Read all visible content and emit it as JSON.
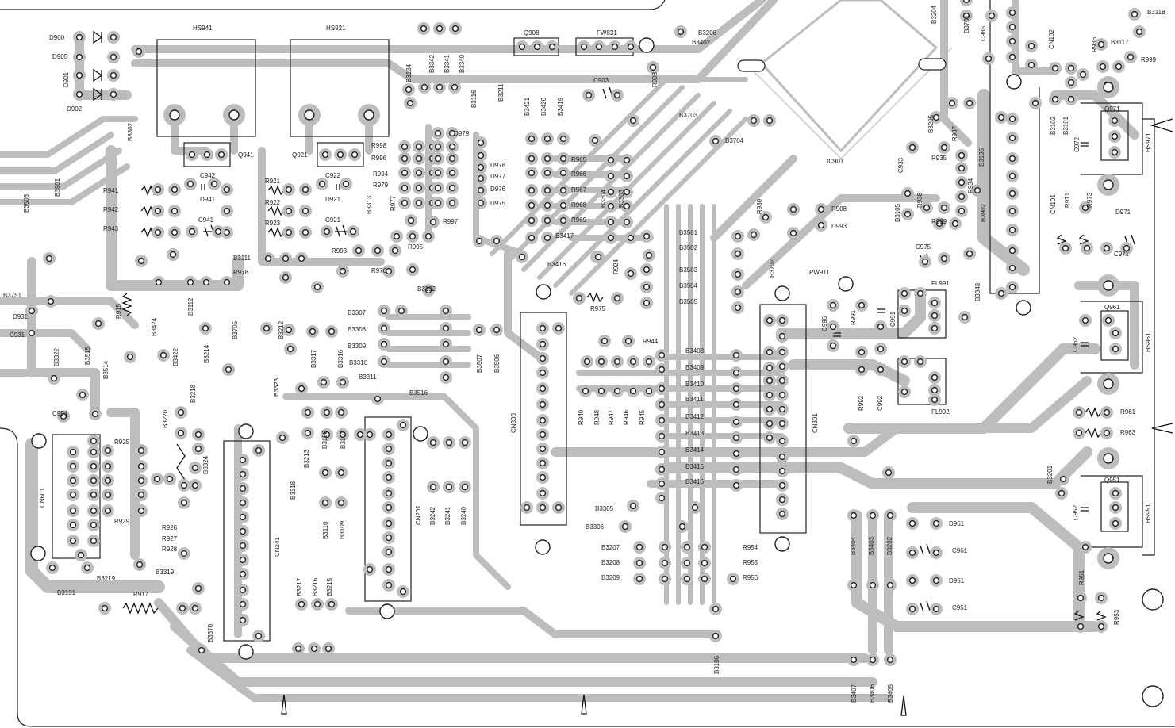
{
  "component_labels": {
    "HS941": "HS941",
    "HS921": "HS921",
    "Q908": "Q908",
    "FW831": "FW831",
    "D900": "D900",
    "D905": "D905",
    "D901": "D901",
    "D902": "D902",
    "B3206": "B3206",
    "B3402": "B3402",
    "B3118": "B3118",
    "B3117": "B3117",
    "R999": "R999",
    "C903": "C903",
    "R903": "R903",
    "B3703": "B3703",
    "B3704": "B3704",
    "IC901": "IC901",
    "Q941": "Q941",
    "Q921": "Q921",
    "C942": "C942",
    "C922": "C922",
    "R941": "R941",
    "R942": "R942",
    "R943": "R943",
    "D941": "D941",
    "C941": "C941",
    "R921": "R921",
    "R922": "R922",
    "R923": "R923",
    "D921": "D921",
    "C921": "C921",
    "R998": "R998",
    "R996": "R996",
    "R994": "R994",
    "R979": "R979",
    "R977": "R977",
    "R997": "R997",
    "R995": "R995",
    "D979": "D979",
    "D978": "D978",
    "D977": "D977",
    "D976": "D976",
    "D975": "D975",
    "R965": "R965",
    "R966": "R966",
    "R967": "R967",
    "R968": "R968",
    "R969": "R969",
    "B3304": "B3304",
    "B3303": "B3303",
    "B3417": "B3417",
    "B3416": "B3416",
    "Q971": "Q971",
    "HS971": "HS971",
    "D971": "D971",
    "C971": "C971",
    "C972": "C972",
    "R971": "R971",
    "R973": "R973",
    "CN101": "CN101",
    "CN102": "CN102",
    "B3101": "B3101",
    "B3102": "B3102",
    "R935": "R935",
    "R939": "R939",
    "R938": "R938",
    "R908": "R908",
    "D993": "D993",
    "B3501": "B3501",
    "B3502": "B3502",
    "B3503": "B3503",
    "B3504": "B3504",
    "B3505": "B3505",
    "R924": "R924",
    "R975": "R975",
    "R944": "R944",
    "B3408": "B3408",
    "B3409": "B3409",
    "B3410": "B3410",
    "B3411": "B3411",
    "B3412": "B3412",
    "B3413": "B3413",
    "B3414": "B3414",
    "B3415": "B3415",
    "B3416b": "B3416",
    "PW911": "PW911",
    "FL991": "FL991",
    "FL992": "FL992",
    "C975": "C975",
    "C991": "C991",
    "C992": "C992",
    "R991": "R991",
    "R992": "R992",
    "C996": "C996",
    "Q961": "Q961",
    "HS961": "HS961",
    "C962": "C962",
    "R961": "R961",
    "R963": "R963",
    "Q951": "Q951",
    "HS951": "HS951",
    "C952": "C952",
    "D961": "D961",
    "C961": "C961",
    "D951": "D951",
    "C951": "C951",
    "R951": "R951",
    "R953": "R953",
    "CN301": "CN301",
    "CN300": "CN300",
    "CN201": "CN201",
    "CN241": "CN241",
    "CN601": "CN601",
    "B3751": "B3751",
    "D931": "D931",
    "C931": "C931",
    "C994": "C994",
    "R925": "R925",
    "R929": "R929",
    "R926": "R926",
    "R927": "R927",
    "R928": "R928",
    "R917": "R917",
    "R915": "R915",
    "R976": "R976",
    "R978": "R978",
    "R993": "R993",
    "B3131": "B3131",
    "B3219": "B3219",
    "B3319": "B3319",
    "B3370": "B3370",
    "B3111": "B3111",
    "B3132": "B3132",
    "B3307": "B3307",
    "B3308": "B3308",
    "B3309": "B3309",
    "B3310": "B3310",
    "B3311": "B3311",
    "B3516": "B3516",
    "B3305": "B3305",
    "B3306": "B3306",
    "B3207": "B3207",
    "B3208": "B3208",
    "B3209": "B3209",
    "R954": "R954",
    "R955": "R955",
    "R956": "R956",
    "B3106": "B3106",
    "B3404": "B3404",
    "B3403": "B3403",
    "B3202": "B3202",
    "B3407": "B3407",
    "B3406": "B3406",
    "B3405": "B3405",
    "R940": "R940",
    "R948": "R948",
    "R947": "R947",
    "R946": "R946",
    "R945": "R945"
  },
  "vertical_labels": {
    "B3302": "B3302",
    "B3901": "B3901",
    "B3508": "B3508",
    "B3134": "B3134",
    "B3342": "B3342",
    "B3341": "B3341",
    "B3340": "B3340",
    "B3116": "B3116",
    "B3211": "B3211",
    "B3421": "B3421",
    "B3420": "B3420",
    "B3419": "B3419",
    "B3204": "B3204",
    "B3701": "B3701",
    "C985": "C985",
    "B3205": "B3205",
    "R937": "R937",
    "R934": "R934",
    "B3135": "B3135",
    "C933": "C933",
    "B3105": "B3105",
    "R930": "R930",
    "B3702": "B3702",
    "B3343": "B3343",
    "B3902": "B3902",
    "R936": "R936",
    "B3313": "B3313",
    "B3112": "B3112",
    "B3424": "B3424",
    "B3422": "B3422",
    "B3214": "B3214",
    "B3705": "B3705",
    "B3212": "B3212",
    "B3317": "B3317",
    "B3316": "B3316",
    "B3507": "B3507",
    "B3506": "B3506",
    "B3322": "B3322",
    "B3515": "B3515",
    "B3514": "B3514",
    "B3218": "B3218",
    "B3220": "B3220",
    "B3324": "B3324",
    "B3323": "B3323",
    "B3108": "B3108",
    "B3107": "B3107",
    "B3213": "B3213",
    "B3318": "B3318",
    "B3110": "B3110",
    "B3109": "B3109",
    "B3242": "B3242",
    "B3241": "B3241",
    "B3240": "B3240",
    "B3217": "B3217",
    "B3216": "B3216",
    "B3215": "B3215",
    "B3201": "B3201"
  }
}
